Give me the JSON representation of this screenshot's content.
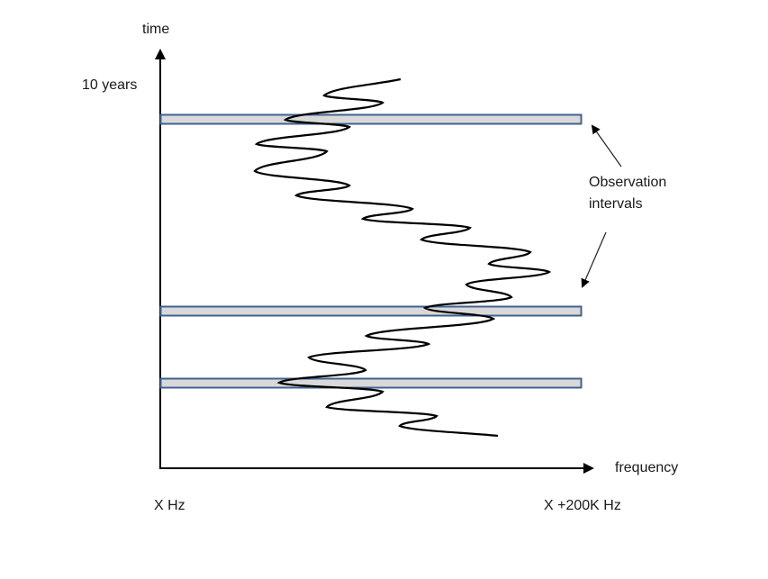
{
  "axes": {
    "y_label": "time",
    "y_tick_label": "10 years",
    "x_label": "frequency",
    "x_start_label": "X Hz",
    "x_end_label": "X +200K Hz"
  },
  "annotation": {
    "line1": "Observation",
    "line2": "intervals"
  },
  "colors": {
    "interval_fill": "#d9d9d9",
    "interval_stroke": "#41628e",
    "curve": "#000000"
  },
  "observation_intervals_count": 3
}
